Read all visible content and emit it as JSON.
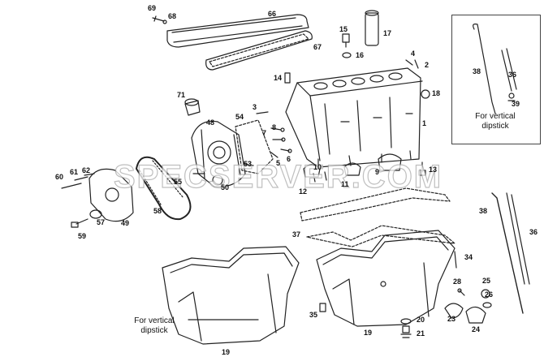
{
  "callouts": [
    "69",
    "68",
    "66",
    "67",
    "15",
    "17",
    "16",
    "4",
    "2",
    "14",
    "18",
    "71",
    "3",
    "54",
    "48",
    "8",
    "7",
    "6",
    "5",
    "10",
    "9",
    "13",
    "12",
    "11",
    "53",
    "50",
    "55",
    "62",
    "61",
    "60",
    "57",
    "49",
    "58",
    "59",
    "1",
    "38",
    "36",
    "39",
    "37",
    "34",
    "28",
    "25",
    "26",
    "23",
    "24",
    "35",
    "20",
    "21",
    "19"
  ],
  "captions": {
    "inset_line1": "For vertical",
    "inset_line2": "dipstick",
    "bottom_line1": "For vertical",
    "bottom_line2": "dipstick"
  },
  "watermark": "SPECSERVER.COM",
  "colors": {
    "line": "#222222",
    "watermark_outline": "#aaaaaa"
  }
}
